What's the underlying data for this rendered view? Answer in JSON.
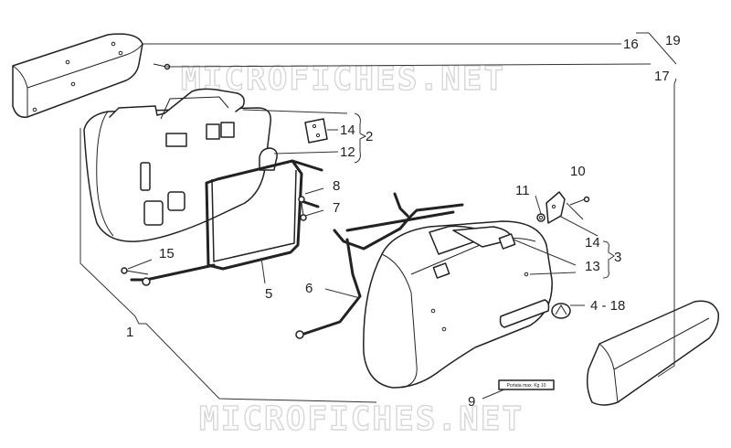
{
  "watermarks": [
    "MICROFICHES.NET",
    "MICROFICHES.NET"
  ],
  "callouts": {
    "c1": "1",
    "c2": "2",
    "c3": "3",
    "c4_18": "4 - 18",
    "c5": "5",
    "c6": "6",
    "c7": "7",
    "c8": "8",
    "c9": "9",
    "c10": "10",
    "c11": "11",
    "c12": "12",
    "c13": "13",
    "c14a": "14",
    "c14b": "14",
    "c15": "15",
    "c16": "16",
    "c17": "17",
    "c19": "19"
  },
  "load_tag": "Portata max. Kg 10",
  "colors": {
    "line": "#222222",
    "watermark": "#d7d7d7",
    "background": "#ffffff"
  }
}
